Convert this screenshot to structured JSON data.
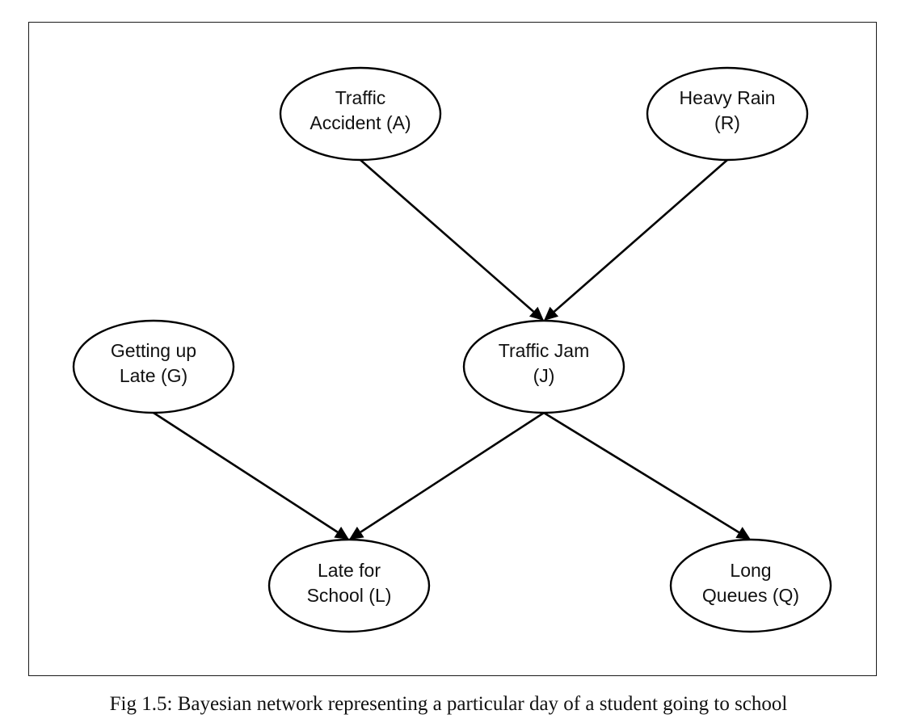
{
  "nodes": [
    {
      "id": "A",
      "lines": [
        "Traffic",
        "Accident (A)"
      ]
    },
    {
      "id": "R",
      "lines": [
        "Heavy Rain",
        "(R)"
      ]
    },
    {
      "id": "G",
      "lines": [
        "Getting up",
        "Late (G)"
      ]
    },
    {
      "id": "J",
      "lines": [
        "Traffic Jam",
        "(J)"
      ]
    },
    {
      "id": "L",
      "lines": [
        "Late for",
        "School (L)"
      ]
    },
    {
      "id": "Q",
      "lines": [
        "Long",
        "Queues (Q)"
      ]
    }
  ],
  "edges": [
    {
      "from": "A",
      "to": "J"
    },
    {
      "from": "R",
      "to": "J"
    },
    {
      "from": "G",
      "to": "L"
    },
    {
      "from": "J",
      "to": "L"
    },
    {
      "from": "J",
      "to": "Q"
    }
  ],
  "caption": "Fig 1.5: Bayesian network representing a particular day of a student going to school"
}
